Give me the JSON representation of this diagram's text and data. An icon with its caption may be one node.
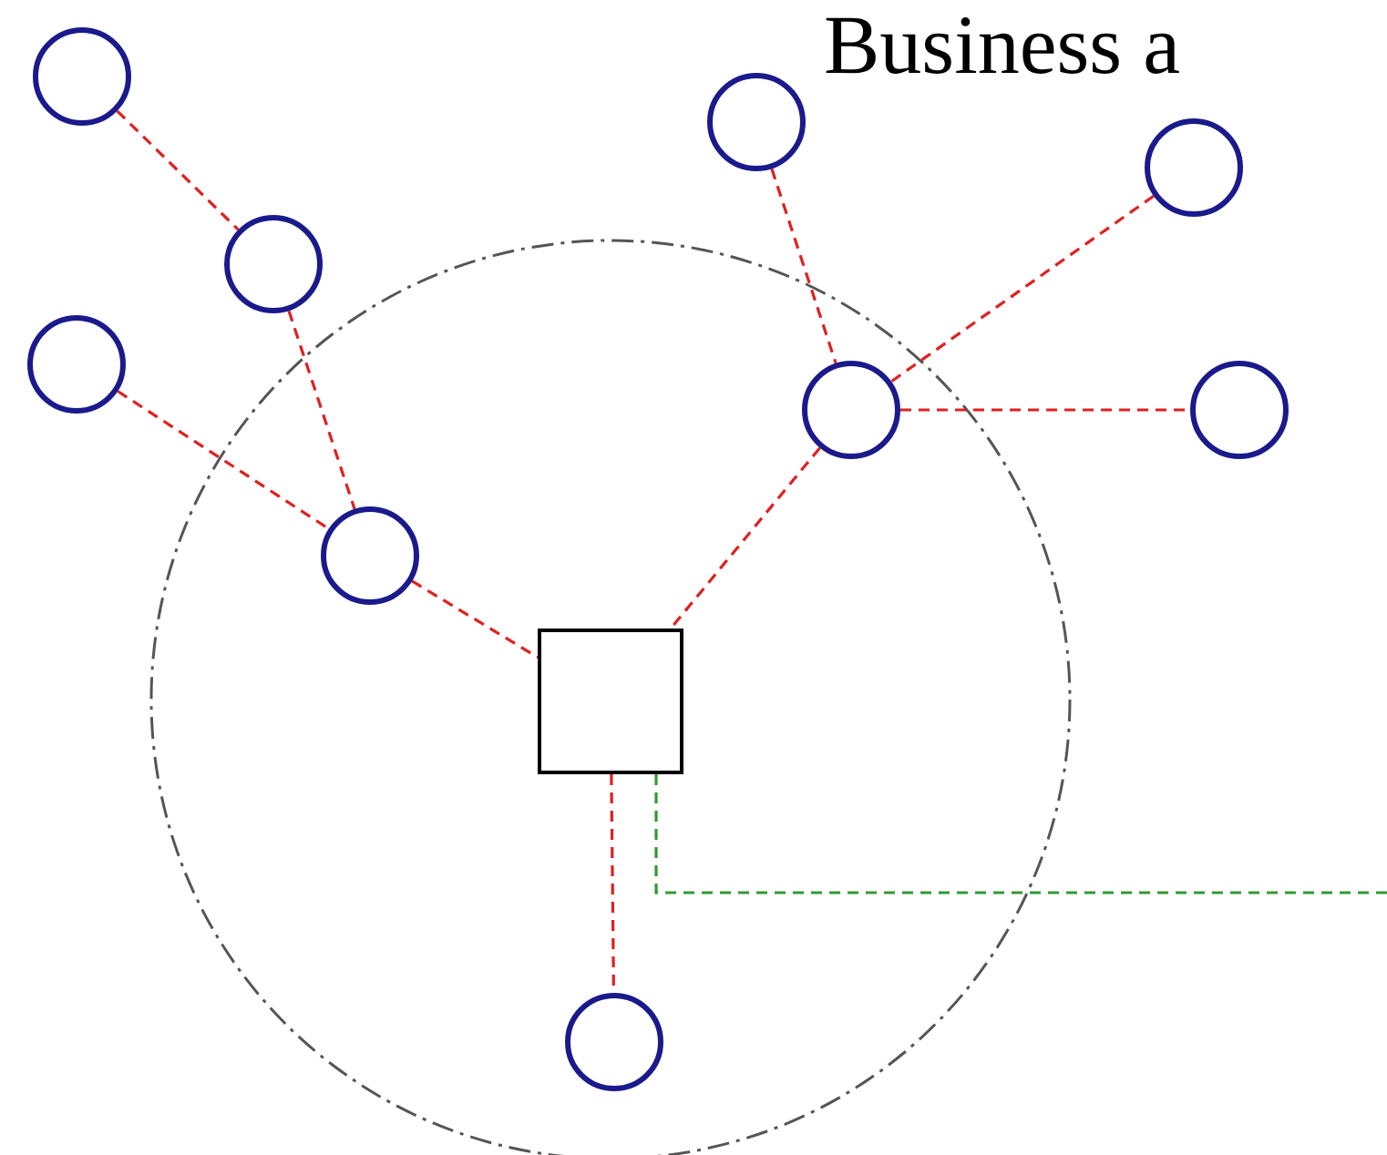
{
  "diagram": {
    "title": "Business a",
    "nodes": [
      {
        "text": [],
        "shape": "circle"
      },
      {
        "text": [],
        "shape": "circle"
      },
      {
        "text": [],
        "shape": "circle"
      },
      {
        "text": [],
        "shape": "circle"
      },
      {
        "text": [],
        "shape": "box"
      },
      {
        "text": [],
        "shape": "circle"
      },
      {
        "text": [],
        "shape": "circle"
      },
      {
        "text": [],
        "shape": "circle"
      },
      {
        "text": [],
        "shape": "circle"
      },
      {
        "text": [],
        "shape": "circle"
      }
    ],
    "edges": [
      {
        "from": 0,
        "to": 1,
        "arrow": "none",
        "style": "dashed"
      },
      {
        "from": 1,
        "to": 3,
        "arrow": "none",
        "style": "dashed"
      },
      {
        "from": 2,
        "to": 3,
        "arrow": "none",
        "style": "dashed"
      },
      {
        "from": 3,
        "to": 4,
        "arrow": "none",
        "style": "dashed"
      },
      {
        "from": 5,
        "to": 7,
        "arrow": "none",
        "style": "dashed"
      },
      {
        "from": 6,
        "to": 7,
        "arrow": "none",
        "style": "dashed"
      },
      {
        "from": 7,
        "to": 8,
        "arrow": "none",
        "style": "dashed"
      },
      {
        "from": 7,
        "to": 4,
        "arrow": "none",
        "style": "dashed"
      },
      {
        "from": 4,
        "to": 9,
        "arrow": "none",
        "style": "dashed"
      },
      {
        "from": 4,
        "to": null,
        "arrow": "none",
        "style": "dashed",
        "color": "#339933"
      }
    ]
  }
}
